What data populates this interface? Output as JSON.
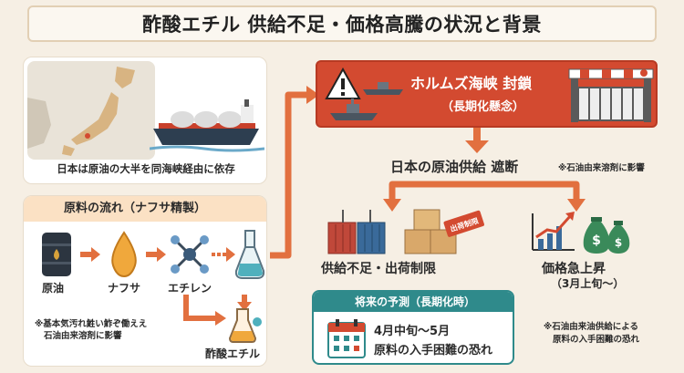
{
  "title": "酢酸エチル 供給不足・価格高騰の状況と背景",
  "japan": {
    "caption": "日本は原油の大半を同海峡経由に依存"
  },
  "flow": {
    "header": "原料の流れ（ナフサ精製）",
    "steps": [
      "原油",
      "ナフサ",
      "エチレン",
      "酢酸エチル"
    ],
    "note_line1": "※基本気汚れ鮏い鮓ぞ働ええ",
    "note_line2": "石油由来溶剤に影響"
  },
  "hormuz": {
    "title": "ホルムズ海峡 封鎖",
    "subtitle": "（長期化懸念）"
  },
  "supply": {
    "title": "日本の原油供給 遮断",
    "note": "※石油由来溶剤に影響"
  },
  "outcomes": {
    "shortage": "供給不足・出荷制限",
    "box_stamp": "出荷制限",
    "price": "価格急上昇",
    "price_sub": "（3月上旬〜）"
  },
  "forecast": {
    "header": "将来の予測（長期化時）",
    "line1": "4月中旬〜5月",
    "line2": "原料の入手困難の恐れ"
  },
  "right_note": {
    "line1": "※石油由来油供給による",
    "line2": "原料の入手困難の恐れ"
  },
  "colors": {
    "accent_red": "#d34a30",
    "arrow_orange": "#e2703f",
    "teal": "#2f8a8b",
    "background": "#f6efe4"
  }
}
